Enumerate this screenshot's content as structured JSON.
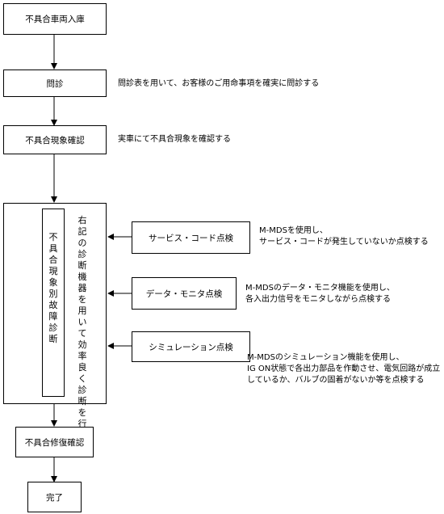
{
  "steps": {
    "arrival": "不具合車両入庫",
    "interview": "問診",
    "confirm": "不具合現象確認",
    "repair_confirm": "不具合修復確認",
    "done": "完了"
  },
  "notes": {
    "interview": "問診表を用いて、お客様のご用命事項を確実に問診する",
    "confirm": "実車にて不具合現象を確認する",
    "service_code": [
      "M-MDSを使用し、",
      "サービス・コードが発生していないか点検する"
    ],
    "data_monitor": [
      "M-MDSのデータ・モニタ機能を使用し、",
      "各入出力信号をモニタしながら点検する"
    ],
    "simulation": [
      "M-MDSのシミュレーション機能を使用し、",
      "IG ON状態で各出力部品を作動させ、電気回路が成立",
      "しているか、バルブの固着がないか等を点検する"
    ]
  },
  "diagnosis": {
    "inner_label": "不具合現象別故障診断",
    "side_label": "右記の診断機器を用いて効率良く診断を行う",
    "checks": {
      "service_code": "サービス・コード点検",
      "data_monitor": "データ・モニタ点検",
      "simulation": "シミュレーション点検"
    }
  }
}
